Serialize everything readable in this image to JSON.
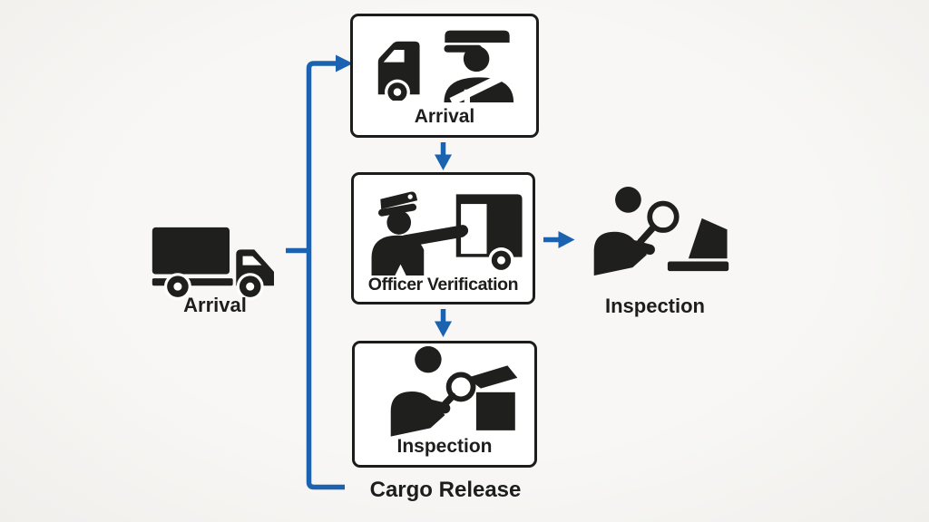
{
  "colors": {
    "background": "#f5f4f1",
    "accent": "#1b63b0",
    "icon": "#1f1f1d",
    "box_border": "#1c1c1b",
    "box_fill": "#ffffff",
    "text": "#1d1d1b"
  },
  "diagram": {
    "left_node": {
      "icon": "delivery-truck-icon",
      "label": "Arrival"
    },
    "flow_boxes": [
      {
        "id": "arrival",
        "label": "Arrival",
        "icons": [
          "truck-cab-icon",
          "customs-officer-icon"
        ]
      },
      {
        "id": "officer_verification",
        "label": "Officer Verification",
        "icons": [
          "officer-checking-truck-icon"
        ]
      },
      {
        "id": "inspection",
        "label": "Inspection",
        "icons": [
          "inspector-magnifying-box-icon"
        ]
      }
    ],
    "right_node": {
      "icon": "inspector-laptop-icon",
      "label": "Inspection"
    },
    "bottom_label": "Cargo Release"
  }
}
